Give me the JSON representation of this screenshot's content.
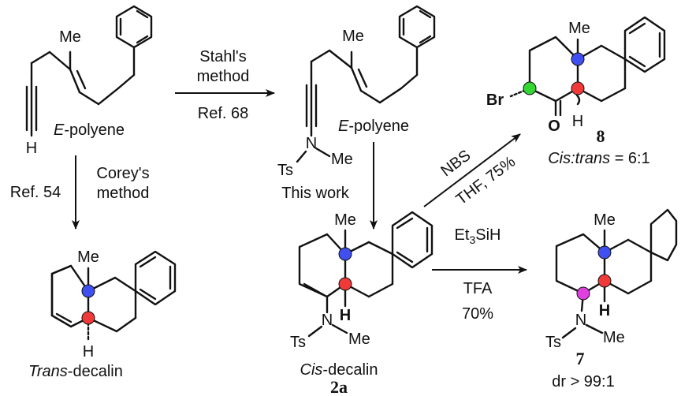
{
  "colors": {
    "blue_bond": "#1f4fd6",
    "red_bond": "#e01818",
    "blue_atom": "#3f4ff0",
    "red_atom": "#f03a3a",
    "green_atom": "#33d633",
    "magenta_atom": "#e040e0"
  },
  "start": {
    "me": "Me",
    "h": "H",
    "name_prefix": "E",
    "name_suffix": "-polyene"
  },
  "stahl": {
    "line1": "Stahl's",
    "line2": "method",
    "ref": "Ref. 68"
  },
  "ynamide": {
    "me": "Me",
    "name_prefix": "E",
    "name_suffix": "-polyene",
    "ts": "Ts",
    "n": "N",
    "nme": "Me"
  },
  "corey": {
    "ref": "Ref. 54",
    "line1": "Corey's",
    "line2": "method"
  },
  "trans": {
    "me": "Me",
    "h": "H",
    "name_prefix": "Trans",
    "name_suffix": "-decalin"
  },
  "this_work": "This work",
  "cis": {
    "me": "Me",
    "h": "H",
    "ts": "Ts",
    "n": "N",
    "nme": "Me",
    "name_prefix": "Cis",
    "name_suffix": "-decalin",
    "compound": "2a"
  },
  "nbs": {
    "reagent": "NBS",
    "conditions": "THF, 75%"
  },
  "product8": {
    "me": "Me",
    "br": "Br",
    "o": "O",
    "h": "H",
    "compound": "8",
    "ratio_label": "Cis:trans",
    "ratio_value": " = 6:1"
  },
  "reduction": {
    "reagent_main": "Et",
    "reagent_sub": "3",
    "reagent_tail": "SiH",
    "acid": "TFA",
    "yield": "70%"
  },
  "product7": {
    "me": "Me",
    "h": "H",
    "ts": "Ts",
    "n": "N",
    "nme": "Me",
    "compound": "7",
    "dr": "dr > 99:1"
  }
}
